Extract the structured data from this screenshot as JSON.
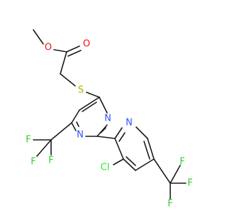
{
  "molecule": {
    "colors": {
      "bond": "#1a1a1a",
      "O": "#ff0d0d",
      "S": "#b2b200",
      "N": "#3050f8",
      "F": "#33cc33",
      "Cl": "#1ff01f"
    },
    "atoms": {
      "o_ether": "O",
      "o_carbonyl": "O",
      "s": "S",
      "n_pyr_a": "N",
      "n_pyr_b": "N",
      "n_pyridine": "N",
      "cl": "Cl",
      "f1": "F",
      "f2": "F",
      "f3": "F",
      "f4": "F",
      "f5": "F",
      "f6": "F"
    }
  }
}
